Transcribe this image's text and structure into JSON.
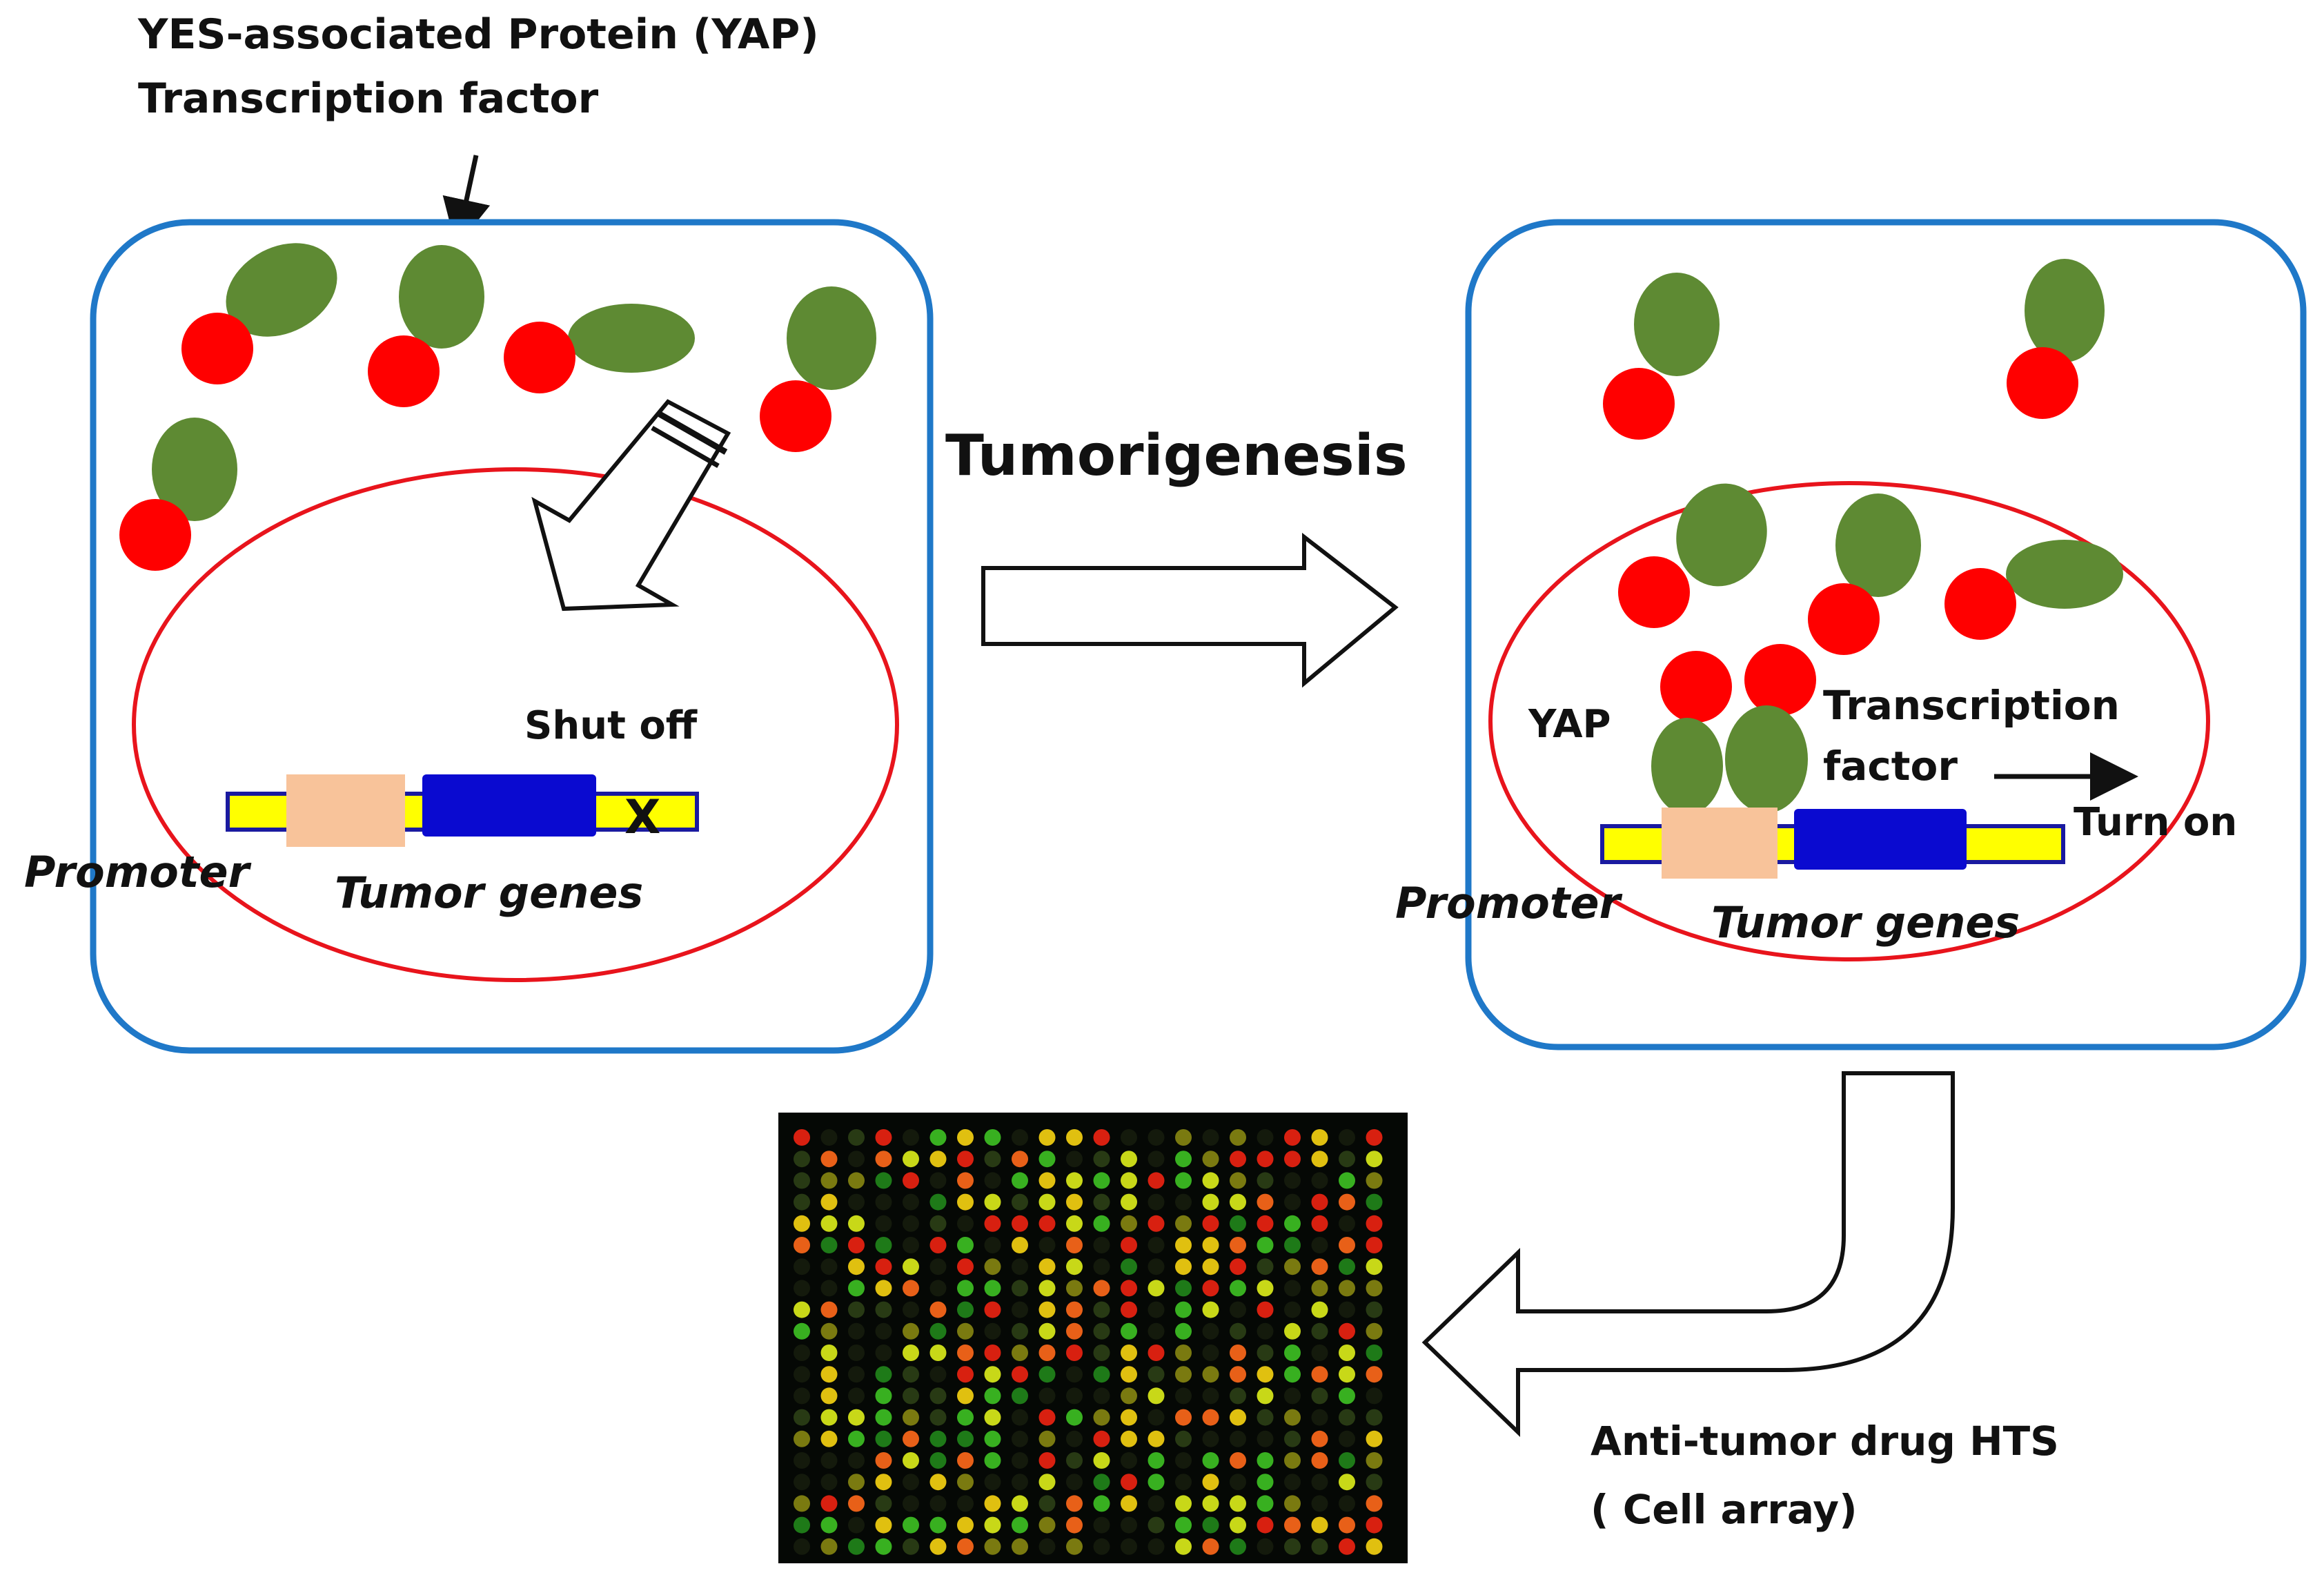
{
  "labels": {
    "yap_title_line1": "YES-associated Protein (YAP)",
    "yap_title_line2": "Transcription factor",
    "tumorigenesis": "Tumorigenesis",
    "shut_off": "Shut off",
    "x_mark": "X",
    "promoter_left": "Promoter",
    "tumor_genes_left": "Tumor genes",
    "yap_right": "YAP",
    "transcription_right_line1": "Transcription",
    "transcription_right_line2": "factor",
    "turn_on": "Turn on",
    "promoter_right": "Promoter",
    "tumor_genes_right": "Tumor genes",
    "hts_line1": "Anti-tumor drug HTS",
    "hts_line2": "( Cell array)"
  },
  "colors": {
    "cell_border": "#1f78c8",
    "nucleus_border": "#e8141c",
    "yap_green": "#5e8a33",
    "tf_red": "#ff0000",
    "dna_yellow": "#ffff00",
    "dna_outline": "#1a1aa0",
    "promoter": "#f8c39a",
    "gene": "#0a0ad0",
    "array_bg": "#050805"
  },
  "icons": {
    "process_arrow": "hollow-right-arrow",
    "inhibit_arrow": "hollow-diagonal-arrow",
    "result_arrow": "hollow-bent-arrow",
    "pointer": "pointer-arrow",
    "microarray": "cell-array-image"
  }
}
